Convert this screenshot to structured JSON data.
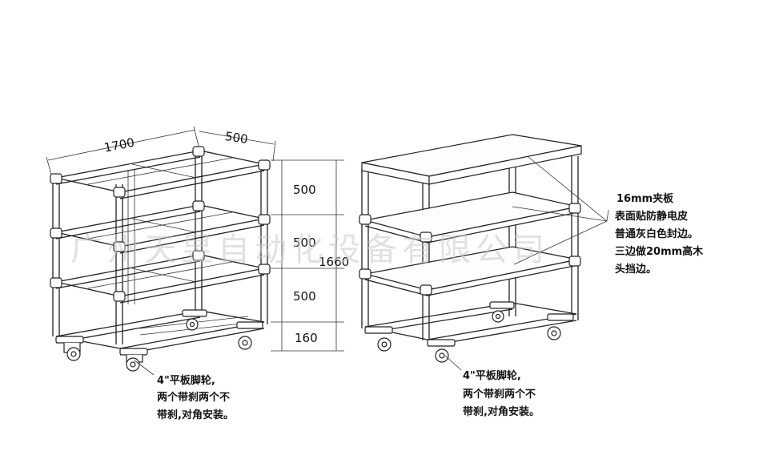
{
  "left_cart": {
    "dim_length": "1700",
    "dim_width": "500",
    "dim_levels": [
      "500",
      "500",
      "500"
    ],
    "dim_bottom": "160",
    "dim_height": "1660",
    "caster_note": [
      "4\"平板脚轮,",
      "两个带刹两个不",
      "带刹,对角安装。"
    ]
  },
  "right_cart": {
    "board_note": [
      "16mm夹板",
      "表面贴防静电皮",
      "普通灰白色封边。",
      "三边做20mm高木",
      "头挡边。"
    ],
    "caster_note": [
      "4\"平板脚轮,",
      "两个带刹两个不",
      "带刹,对角安装。"
    ]
  },
  "watermark": "广州天昱自动化设备有限公司"
}
